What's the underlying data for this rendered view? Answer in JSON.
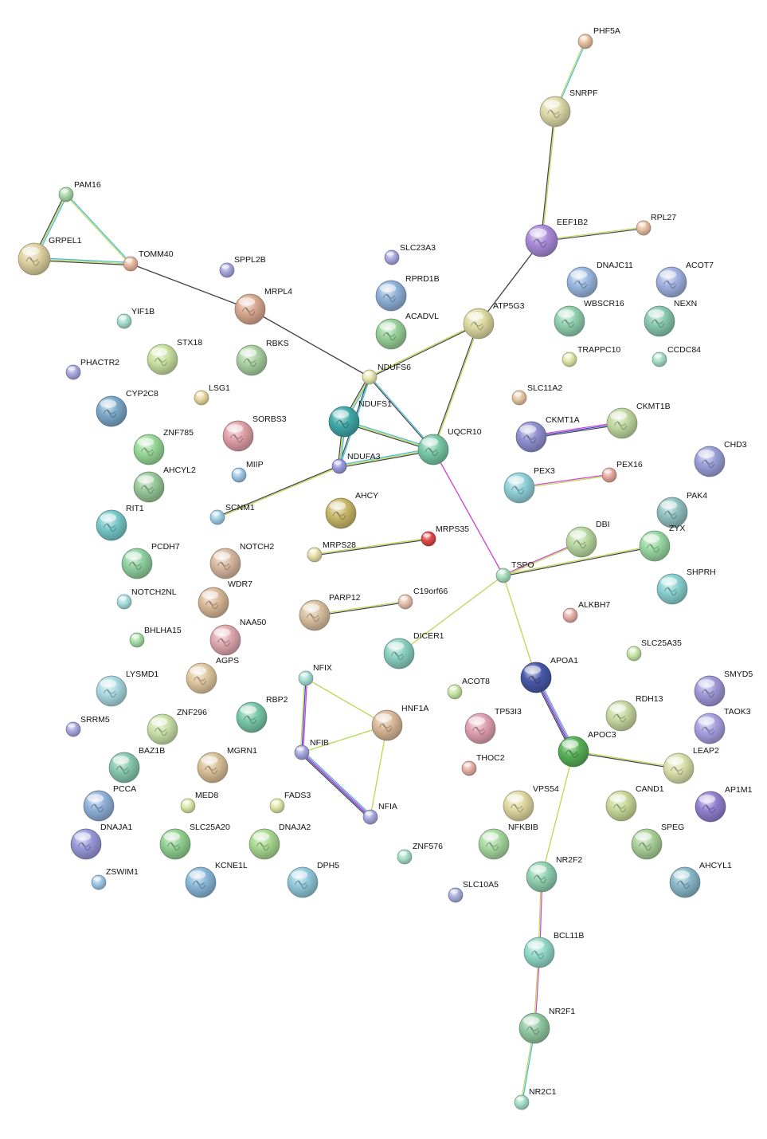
{
  "nodes": [
    {
      "id": "PHF5A",
      "label": "PHF5A",
      "color": "#e8c0a0"
    },
    {
      "id": "SNRPF",
      "label": "SNRPF",
      "color": "#ddd8a8"
    },
    {
      "id": "EEF1B2",
      "label": "EEF1B2",
      "color": "#a88ad8"
    },
    {
      "id": "RPL27",
      "label": "RPL27",
      "color": "#e8c0a0"
    },
    {
      "id": "PAM16",
      "label": "PAM16",
      "color": "#a8d8a8"
    },
    {
      "id": "GRPEL1",
      "label": "GRPEL1",
      "color": "#ddd0a0"
    },
    {
      "id": "TOMM40",
      "label": "TOMM40",
      "color": "#e8b8a0"
    },
    {
      "id": "SPPL2B",
      "label": "SPPL2B",
      "color": "#a8a8e0"
    },
    {
      "id": "SLC23A3",
      "label": "SLC23A3",
      "color": "#a8a8e0"
    },
    {
      "id": "RPRD1B",
      "label": "RPRD1B",
      "color": "#8fb0d8"
    },
    {
      "id": "DNAJC11",
      "label": "DNAJC11",
      "color": "#9ab8e0"
    },
    {
      "id": "ACOT7",
      "label": "ACOT7",
      "color": "#a0b0e0"
    },
    {
      "id": "MRPL4",
      "label": "MRPL4",
      "color": "#d8a890"
    },
    {
      "id": "YIF1B",
      "label": "YIF1B",
      "color": "#a8e0d0"
    },
    {
      "id": "ACADVL",
      "label": "ACADVL",
      "color": "#98d098"
    },
    {
      "id": "ATP5G3",
      "label": "ATP5G3",
      "color": "#ddd8a0"
    },
    {
      "id": "WBSCR16",
      "label": "WBSCR16",
      "color": "#90d0b0"
    },
    {
      "id": "NEXN",
      "label": "NEXN",
      "color": "#88c8b0"
    },
    {
      "id": "STX18",
      "label": "STX18",
      "color": "#c8e0a0"
    },
    {
      "id": "RBKS",
      "label": "RBKS",
      "color": "#a8d0a0"
    },
    {
      "id": "PHACTR2",
      "label": "PHACTR2",
      "color": "#a8a8e0"
    },
    {
      "id": "NDUFS6",
      "label": "NDUFS6",
      "color": "#e8e8b0"
    },
    {
      "id": "TRAPPC10",
      "label": "TRAPPC10",
      "color": "#e0e8a8"
    },
    {
      "id": "CCDC84",
      "label": "CCDC84",
      "color": "#a8e0c8"
    },
    {
      "id": "LSG1",
      "label": "LSG1",
      "color": "#e8d8a0"
    },
    {
      "id": "SLC11A2",
      "label": "SLC11A2",
      "color": "#e8c8a0"
    },
    {
      "id": "CYP2C8",
      "label": "CYP2C8",
      "color": "#7aa8c8"
    },
    {
      "id": "NDUFS1",
      "label": "NDUFS1",
      "color": "#40a8a8"
    },
    {
      "id": "CKMT1B",
      "label": "CKMT1B",
      "color": "#c0d8a0"
    },
    {
      "id": "SORBS3",
      "label": "SORBS3",
      "color": "#e0a0a8"
    },
    {
      "id": "ZNF785",
      "label": "ZNF785",
      "color": "#98d898"
    },
    {
      "id": "CKMT1A",
      "label": "CKMT1A",
      "color": "#9090d0"
    },
    {
      "id": "UQCR10",
      "label": "UQCR10",
      "color": "#78c8a8"
    },
    {
      "id": "CHD3",
      "label": "CHD3",
      "color": "#9aa0d8"
    },
    {
      "id": "NDUFA3",
      "label": "NDUFA3",
      "color": "#9a9ae0"
    },
    {
      "id": "MIIP",
      "label": "MIIP",
      "color": "#a0c8e8"
    },
    {
      "id": "AHCYL2",
      "label": "AHCYL2",
      "color": "#98c898"
    },
    {
      "id": "PEX3",
      "label": "PEX3",
      "color": "#90d0d8"
    },
    {
      "id": "PEX16",
      "label": "PEX16",
      "color": "#e8a8a0"
    },
    {
      "id": "SCNM1",
      "label": "SCNM1",
      "color": "#a0d0e8"
    },
    {
      "id": "AHCY",
      "label": "AHCY",
      "color": "#c8b868"
    },
    {
      "id": "RIT1",
      "label": "RIT1",
      "color": "#78c8c8"
    },
    {
      "id": "PAK4",
      "label": "PAK4",
      "color": "#90c0c0"
    },
    {
      "id": "DBI",
      "label": "DBI",
      "color": "#b8d8a0"
    },
    {
      "id": "MRPS35",
      "label": "MRPS35",
      "color": "#e04848"
    },
    {
      "id": "PCDH7",
      "label": "PCDH7",
      "color": "#90d0a0"
    },
    {
      "id": "NOTCH2",
      "label": "NOTCH2",
      "color": "#d8b8a0"
    },
    {
      "id": "MRPS28",
      "label": "MRPS28",
      "color": "#e8e0a8"
    },
    {
      "id": "ZYX",
      "label": "ZYX",
      "color": "#98d8a0"
    },
    {
      "id": "TSPO",
      "label": "TSPO",
      "color": "#a8e0c0"
    },
    {
      "id": "SHPRH",
      "label": "SHPRH",
      "color": "#88d0d0"
    },
    {
      "id": "WDR7",
      "label": "WDR7",
      "color": "#d8b898"
    },
    {
      "id": "NOTCH2NL",
      "label": "NOTCH2NL",
      "color": "#a8e0e0"
    },
    {
      "id": "PARP12",
      "label": "PARP12",
      "color": "#d8c0a0"
    },
    {
      "id": "C19orf66",
      "label": "C19orf66",
      "color": "#e8c0b0"
    },
    {
      "id": "ALKBH7",
      "label": "ALKBH7",
      "color": "#e8b0a8"
    },
    {
      "id": "NAA50",
      "label": "NAA50",
      "color": "#e0a8b0"
    },
    {
      "id": "BHLHA15",
      "label": "BHLHA15",
      "color": "#a8e0a8"
    },
    {
      "id": "DICER1",
      "label": "DICER1",
      "color": "#88d0c0"
    },
    {
      "id": "SLC25A35",
      "label": "SLC25A35",
      "color": "#c8e8a8"
    },
    {
      "id": "APOA1",
      "label": "APOA1",
      "color": "#4858a8"
    },
    {
      "id": "AGPS",
      "label": "AGPS",
      "color": "#e0c8a0"
    },
    {
      "id": "LYSMD1",
      "label": "LYSMD1",
      "color": "#a8d8e0"
    },
    {
      "id": "NFIX",
      "label": "NFIX",
      "color": "#a8e0d8"
    },
    {
      "id": "ACOT8",
      "label": "ACOT8",
      "color": "#c8e8a8"
    },
    {
      "id": "SMYD5",
      "label": "SMYD5",
      "color": "#a098d8"
    },
    {
      "id": "RBP2",
      "label": "RBP2",
      "color": "#78c8a8"
    },
    {
      "id": "ZNF296",
      "label": "ZNF296",
      "color": "#c8e0a8"
    },
    {
      "id": "SRRM5",
      "label": "SRRM5",
      "color": "#a8a8e0"
    },
    {
      "id": "HNF1A",
      "label": "HNF1A",
      "color": "#d8b898"
    },
    {
      "id": "TP53I3",
      "label": "TP53I3",
      "color": "#e0a0b0"
    },
    {
      "id": "RDH13",
      "label": "RDH13",
      "color": "#c8d8a0"
    },
    {
      "id": "TAOK3",
      "label": "TAOK3",
      "color": "#a8a0e0"
    },
    {
      "id": "APOC3",
      "label": "APOC3",
      "color": "#58b058"
    },
    {
      "id": "BAZ1B",
      "label": "BAZ1B",
      "color": "#88c8b0"
    },
    {
      "id": "NFIB",
      "label": "NFIB",
      "color": "#a8a8e0"
    },
    {
      "id": "MGRN1",
      "label": "MGRN1",
      "color": "#d8c098"
    },
    {
      "id": "THOC2",
      "label": "THOC2",
      "color": "#e8b0a8"
    },
    {
      "id": "LEAP2",
      "label": "LEAP2",
      "color": "#d8e0a8"
    },
    {
      "id": "PCCA",
      "label": "PCCA",
      "color": "#90b0d8"
    },
    {
      "id": "CAND1",
      "label": "CAND1",
      "color": "#c8d898"
    },
    {
      "id": "AP1M1",
      "label": "AP1M1",
      "color": "#9080d0"
    },
    {
      "id": "MED8",
      "label": "MED8",
      "color": "#d8e8a8"
    },
    {
      "id": "FADS3",
      "label": "FADS3",
      "color": "#e0e8a8"
    },
    {
      "id": "VPS54",
      "label": "VPS54",
      "color": "#e0d8a0"
    },
    {
      "id": "NFIA",
      "label": "NFIA",
      "color": "#a8a8e0"
    },
    {
      "id": "DNAJA1",
      "label": "DNAJA1",
      "color": "#9898d8"
    },
    {
      "id": "SLC25A20",
      "label": "SLC25A20",
      "color": "#90d090"
    },
    {
      "id": "DNAJA2",
      "label": "DNAJA2",
      "color": "#a8d890"
    },
    {
      "id": "NFKBIB",
      "label": "NFKBIB",
      "color": "#a8d8a0"
    },
    {
      "id": "SPEG",
      "label": "SPEG",
      "color": "#a8d098"
    },
    {
      "id": "ZNF576",
      "label": "ZNF576",
      "color": "#a8e0c8"
    },
    {
      "id": "NR2F2",
      "label": "NR2F2",
      "color": "#90d0b0"
    },
    {
      "id": "AHCYL1",
      "label": "AHCYL1",
      "color": "#88b8c8"
    },
    {
      "id": "ZSWIM1",
      "label": "ZSWIM1",
      "color": "#a0c8e8"
    },
    {
      "id": "KCNE1L",
      "label": "KCNE1L",
      "color": "#88b8d8"
    },
    {
      "id": "DPH5",
      "label": "DPH5",
      "color": "#90c8d8"
    },
    {
      "id": "SLC10A5",
      "label": "SLC10A5",
      "color": "#a8b0e0"
    },
    {
      "id": "BCL11B",
      "label": "BCL11B",
      "color": "#90d8c8"
    },
    {
      "id": "NR2F1",
      "label": "NR2F1",
      "color": "#90c8a0"
    },
    {
      "id": "NR2C1",
      "label": "NR2C1",
      "color": "#a8e0c8"
    }
  ],
  "edges": [
    {
      "source": "PHF5A",
      "target": "SNRPF",
      "colors": [
        "#40b8d8",
        "#b8d850"
      ]
    },
    {
      "source": "SNRPF",
      "target": "EEF1B2",
      "colors": [
        "#b8d850",
        "#404040"
      ]
    },
    {
      "source": "EEF1B2",
      "target": "RPL27",
      "colors": [
        "#b8d850",
        "#404040"
      ]
    },
    {
      "source": "EEF1B2",
      "target": "ATP5G3",
      "colors": [
        "#404040"
      ]
    },
    {
      "source": "PAM16",
      "target": "GRPEL1",
      "colors": [
        "#40b8d8",
        "#b8d850",
        "#404040"
      ]
    },
    {
      "source": "PAM16",
      "target": "TOMM40",
      "colors": [
        "#40b8d8",
        "#b8d850"
      ]
    },
    {
      "source": "GRPEL1",
      "target": "TOMM40",
      "colors": [
        "#40b8d8",
        "#b8d850",
        "#404040"
      ]
    },
    {
      "source": "TOMM40",
      "target": "MRPL4",
      "colors": [
        "#404040"
      ]
    },
    {
      "source": "MRPL4",
      "target": "NDUFS6",
      "colors": [
        "#404040"
      ]
    },
    {
      "source": "NDUFS6",
      "target": "ATP5G3",
      "colors": [
        "#b8d850",
        "#404040"
      ]
    },
    {
      "source": "ATP5G3",
      "target": "UQCR10",
      "colors": [
        "#b8d850",
        "#404040"
      ]
    },
    {
      "source": "NDUFS6",
      "target": "NDUFS1",
      "colors": [
        "#40b8d8",
        "#b8d850",
        "#404040"
      ]
    },
    {
      "source": "NDUFS6",
      "target": "UQCR10",
      "colors": [
        "#40b8d8",
        "#404040"
      ]
    },
    {
      "source": "NDUFS6",
      "target": "NDUFA3",
      "colors": [
        "#40b8d8",
        "#404040"
      ]
    },
    {
      "source": "NDUFS1",
      "target": "UQCR10",
      "colors": [
        "#40b8d8",
        "#b8d850",
        "#404040"
      ]
    },
    {
      "source": "NDUFS1",
      "target": "NDUFA3",
      "colors": [
        "#40b8d8",
        "#b8d850",
        "#404040"
      ]
    },
    {
      "source": "NDUFA3",
      "target": "UQCR10",
      "colors": [
        "#40b8d8",
        "#b8d850",
        "#404040"
      ]
    },
    {
      "source": "NDUFA3",
      "target": "SCNM1",
      "colors": [
        "#b8d850",
        "#404040"
      ]
    },
    {
      "source": "UQCR10",
      "target": "TSPO",
      "colors": [
        "#d040d0"
      ]
    },
    {
      "source": "CKMT1A",
      "target": "CKMT1B",
      "colors": [
        "#d040d0",
        "#4040d0",
        "#404040"
      ]
    },
    {
      "source": "PEX3",
      "target": "PEX16",
      "colors": [
        "#d040d0",
        "#b8d850"
      ]
    },
    {
      "source": "MRPS28",
      "target": "MRPS35",
      "colors": [
        "#b8d850",
        "#404040"
      ]
    },
    {
      "source": "TSPO",
      "target": "DBI",
      "colors": [
        "#d040d0",
        "#b8d850"
      ]
    },
    {
      "source": "TSPO",
      "target": "ZYX",
      "colors": [
        "#b8d850",
        "#404040"
      ]
    },
    {
      "source": "TSPO",
      "target": "DICER1",
      "colors": [
        "#b8d850"
      ]
    },
    {
      "source": "TSPO",
      "target": "APOA1",
      "colors": [
        "#b8d850"
      ]
    },
    {
      "source": "PARP12",
      "target": "C19orf66",
      "colors": [
        "#b8d850",
        "#404040"
      ]
    },
    {
      "source": "APOA1",
      "target": "APOC3",
      "colors": [
        "#40b8d8",
        "#d040d0",
        "#4040d0",
        "#404040"
      ]
    },
    {
      "source": "APOC3",
      "target": "LEAP2",
      "colors": [
        "#b8d850",
        "#404040"
      ]
    },
    {
      "source": "APOC3",
      "target": "NR2F2",
      "colors": [
        "#b8d850"
      ]
    },
    {
      "source": "NFIX",
      "target": "NFIB",
      "colors": [
        "#d040d0",
        "#4040d0",
        "#b8d850"
      ]
    },
    {
      "source": "NFIX",
      "target": "HNF1A",
      "colors": [
        "#b8d850"
      ]
    },
    {
      "source": "NFIB",
      "target": "HNF1A",
      "colors": [
        "#b8d850"
      ]
    },
    {
      "source": "NFIB",
      "target": "NFIA",
      "colors": [
        "#40b8d8",
        "#d040d0",
        "#4040d0",
        "#404040"
      ]
    },
    {
      "source": "HNF1A",
      "target": "NFIA",
      "colors": [
        "#b8d850"
      ]
    },
    {
      "source": "NR2F2",
      "target": "BCL11B",
      "colors": [
        "#d040d0",
        "#b8d850"
      ]
    },
    {
      "source": "BCL11B",
      "target": "NR2F1",
      "colors": [
        "#d040d0",
        "#b8d850"
      ]
    },
    {
      "source": "NR2F1",
      "target": "NR2C1",
      "colors": [
        "#40b8d8",
        "#b8d850"
      ]
    }
  ]
}
